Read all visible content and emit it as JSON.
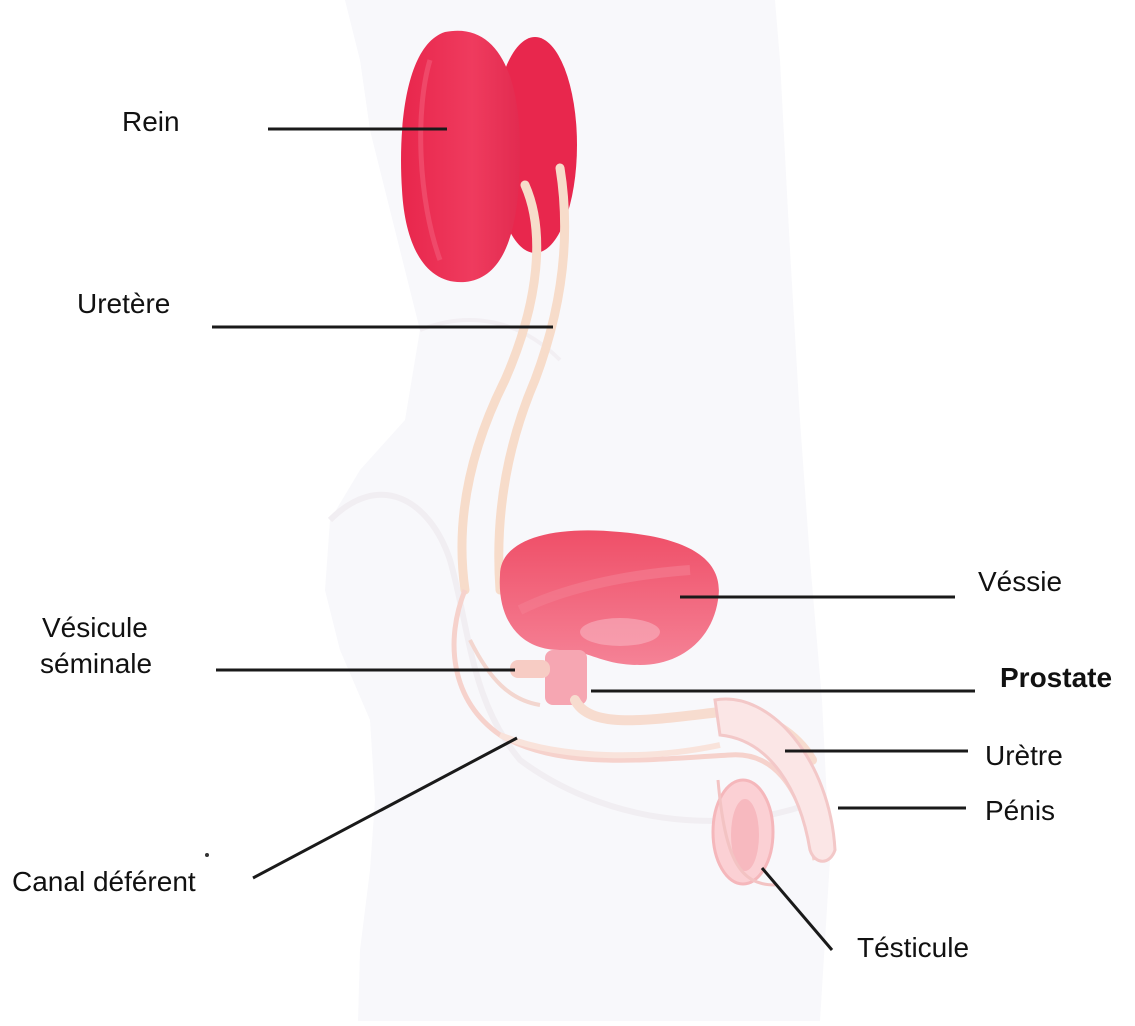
{
  "diagram": {
    "labels": {
      "rein": "Rein",
      "uretere": "Uretère",
      "vessie": "Véssie",
      "vesicule_line1": "Vésicule",
      "vesicule_line2": "séminale",
      "prostate": "Prostate",
      "uretre": "Urètre",
      "penis": "Pénis",
      "canal": "Canal déférent",
      "testicule": "Tésticule"
    }
  }
}
